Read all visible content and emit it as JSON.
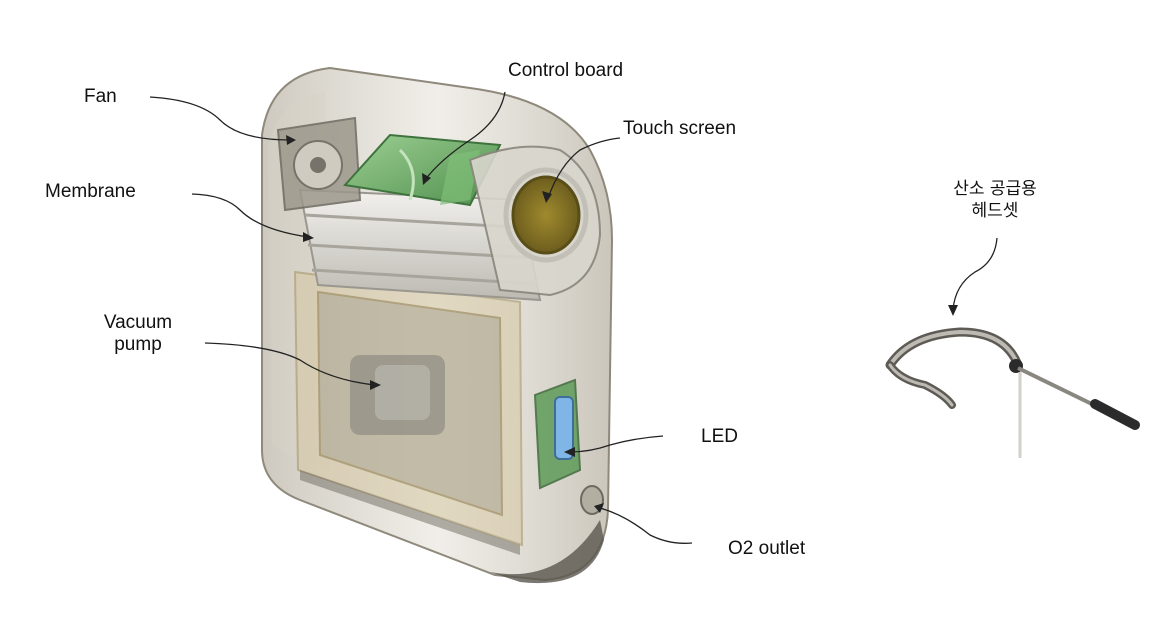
{
  "labels": {
    "fan": "Fan",
    "control_board": "Control board",
    "touch_screen": "Touch screen",
    "membrane": "Membrane",
    "vacuum_pump_line1": "Vacuum",
    "vacuum_pump_line2": "pump",
    "led": "LED",
    "o2_outlet": "O2 outlet",
    "headset_line1": "산소 공급용",
    "headset_line2": "헤드셋"
  },
  "colors": {
    "shell": "#c9c4b8",
    "frame": "#c8b48a",
    "board": "#6fae6a",
    "screen": "#8c7a2a",
    "led": "#7fb6e6",
    "leader": "#222222"
  }
}
